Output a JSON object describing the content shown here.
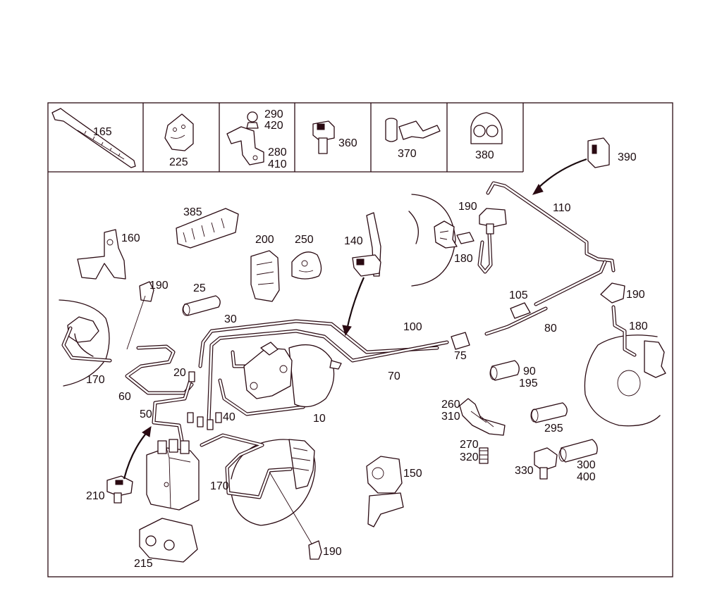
{
  "legend_labels": {
    "l165": "165",
    "l225": "225",
    "l290": "290",
    "l420": "420",
    "l280": "280",
    "l410": "410",
    "l360": "360",
    "l370": "370",
    "l380": "380"
  },
  "part_labels": {
    "l390": "390",
    "l110": "110",
    "l190a": "190",
    "l180a": "180",
    "l385": "385",
    "l160": "160",
    "l200": "200",
    "l250": "250",
    "l140": "140",
    "l190b": "190",
    "l25": "25",
    "l190c": "190",
    "l105": "105",
    "l30": "30",
    "l100": "100",
    "l80": "80",
    "l180b": "180",
    "l75": "75",
    "l170a": "170",
    "l20": "20",
    "l70": "70",
    "l90": "90",
    "l195": "195",
    "l60": "60",
    "l260": "260",
    "l310": "310",
    "l50": "50",
    "l40": "40",
    "l10": "10",
    "l295": "295",
    "l270": "270",
    "l320": "320",
    "l150": "150",
    "l330": "330",
    "l300": "300",
    "l400": "400",
    "l170b": "170",
    "l210": "210",
    "l215": "215",
    "l190d": "190"
  },
  "colors": {
    "line": "#2a0a12",
    "text": "#1a0a0e",
    "background": "#ffffff"
  }
}
